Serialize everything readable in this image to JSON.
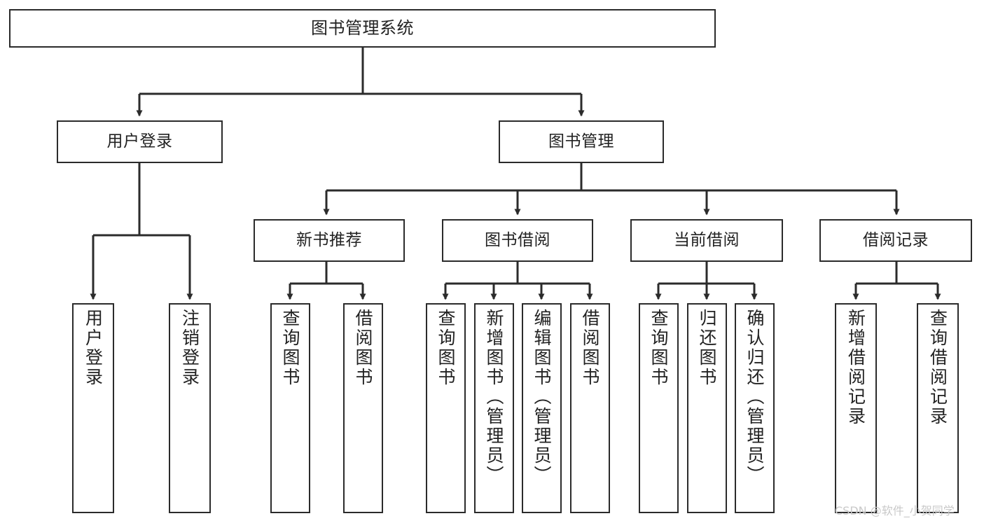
{
  "diagram": {
    "type": "tree-hierarchy-flowchart",
    "title": "图书管理系统",
    "root": {
      "id": "root",
      "label": "图书管理系统"
    },
    "level2": [
      {
        "id": "user-login",
        "label": "用户登录"
      },
      {
        "id": "book-manage",
        "label": "图书管理"
      }
    ],
    "level3": [
      {
        "id": "new-book-recommend",
        "label": "新书推荐"
      },
      {
        "id": "book-borrow",
        "label": "图书借阅"
      },
      {
        "id": "current-borrow",
        "label": "当前借阅"
      },
      {
        "id": "borrow-record",
        "label": "借阅记录"
      }
    ],
    "leaves": [
      {
        "id": "leaf-user-login",
        "label": "用户登录",
        "parent": "user-login"
      },
      {
        "id": "leaf-logout-login",
        "label": "注销登录",
        "parent": "user-login"
      },
      {
        "id": "leaf-query-book-1",
        "label": "查询图书",
        "parent": "new-book-recommend"
      },
      {
        "id": "leaf-borrow-book-1",
        "label": "借阅图书",
        "parent": "new-book-recommend"
      },
      {
        "id": "leaf-query-book-2",
        "label": "查询图书",
        "parent": "book-borrow"
      },
      {
        "id": "leaf-add-book",
        "label": "新增图书（管理员）",
        "parent": "book-borrow"
      },
      {
        "id": "leaf-edit-book",
        "label": "编辑图书（管理员）",
        "parent": "book-borrow"
      },
      {
        "id": "leaf-borrow-book-2",
        "label": "借阅图书",
        "parent": "book-borrow"
      },
      {
        "id": "leaf-query-book-3",
        "label": "查询图书",
        "parent": "current-borrow"
      },
      {
        "id": "leaf-return-book",
        "label": "归还图书",
        "parent": "current-borrow"
      },
      {
        "id": "leaf-confirm-return",
        "label": "确认归还（管理员）",
        "parent": "current-borrow"
      },
      {
        "id": "leaf-add-record",
        "label": "新增借阅记录",
        "parent": "borrow-record"
      },
      {
        "id": "leaf-query-record",
        "label": "查询借阅记录",
        "parent": "borrow-record"
      }
    ],
    "colors": {
      "background": "#ffffff",
      "box_fill": "#ffffff",
      "box_stroke": "#2b2b2b",
      "text": "#222222",
      "edge": "#2b2b2b",
      "watermark": "#c9c9c9"
    }
  },
  "watermark": {
    "text": "CSDN @软件_小贺同学"
  }
}
